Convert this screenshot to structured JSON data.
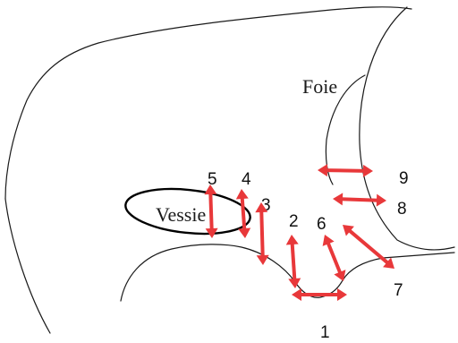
{
  "labels": {
    "liver": "Foie",
    "bladder": "Vessie"
  },
  "measurements": [
    "1",
    "2",
    "3",
    "4",
    "5",
    "6",
    "7",
    "8",
    "9"
  ],
  "colors": {
    "arrow": "#e8383a",
    "outline": "#1a1a1a",
    "background": "#ffffff"
  }
}
